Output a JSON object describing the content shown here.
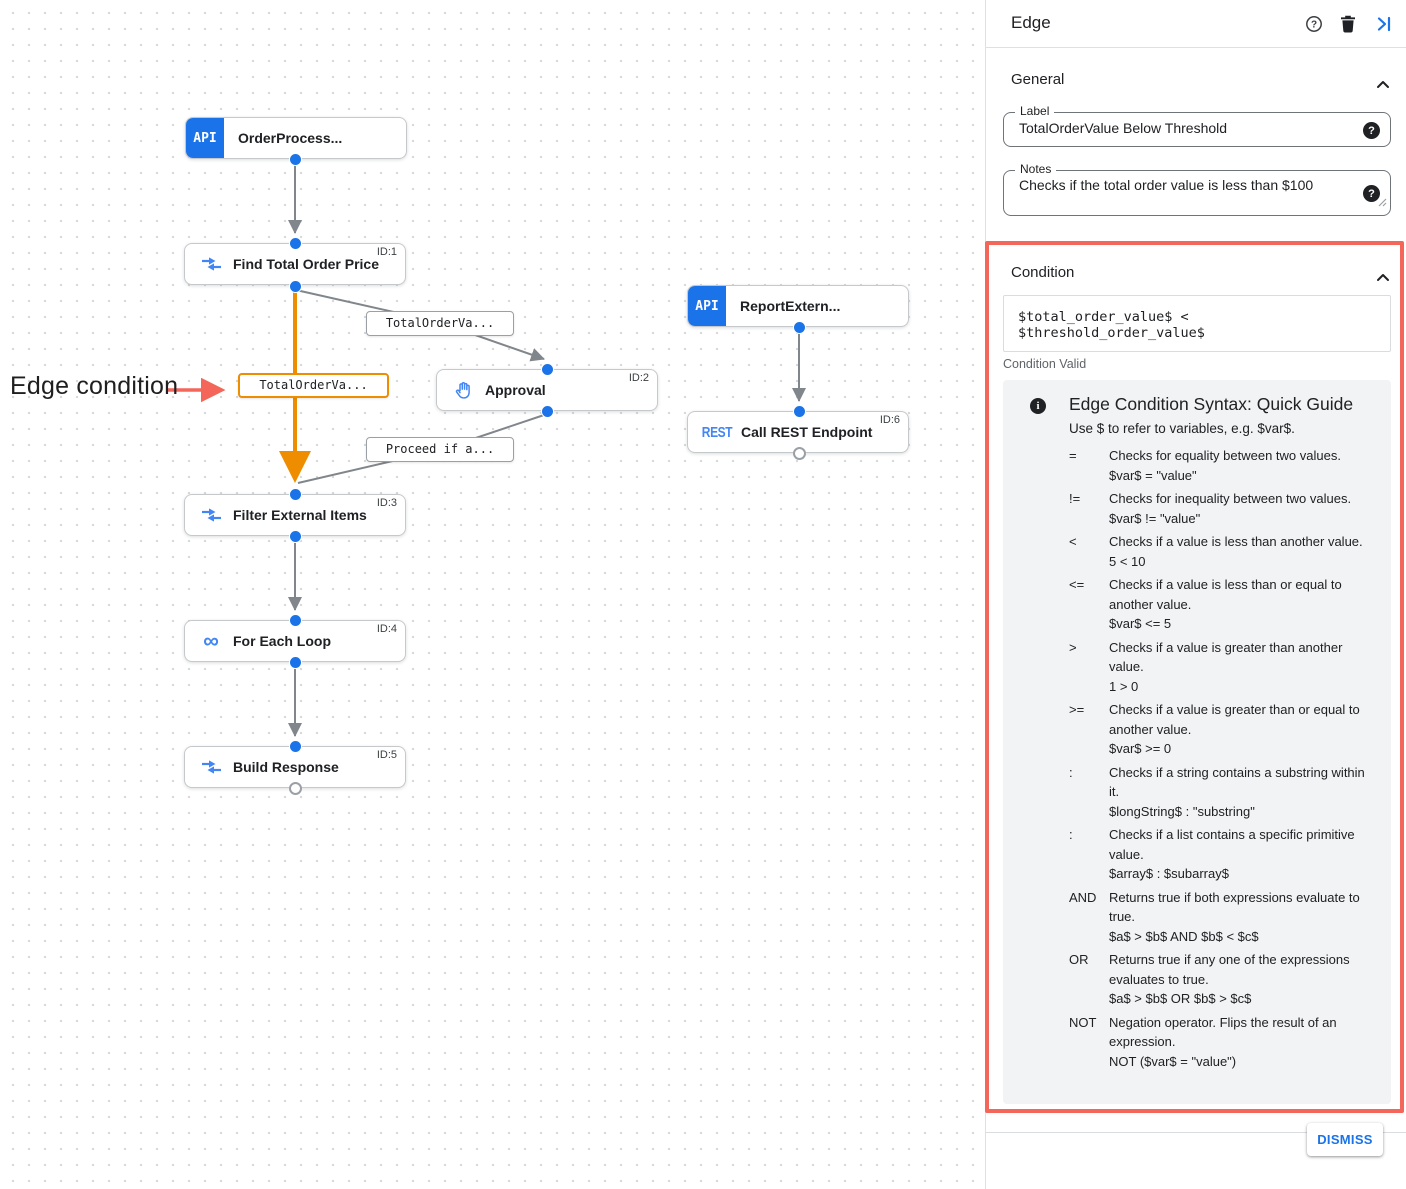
{
  "canvas": {
    "annotation_label": "Edge condition",
    "nodes": {
      "order_process": {
        "label": "OrderProcess...",
        "badge": "API"
      },
      "find_total": {
        "label": "Find Total Order Price",
        "id": "ID:1"
      },
      "report_external": {
        "label": "ReportExtern...",
        "badge": "API"
      },
      "approval": {
        "label": "Approval",
        "id": "ID:2"
      },
      "call_rest": {
        "label": "Call REST Endpoint",
        "id": "ID:6",
        "badge": "REST"
      },
      "filter_items": {
        "label": "Filter External Items",
        "id": "ID:3"
      },
      "for_each": {
        "label": "For Each Loop",
        "id": "ID:4",
        "loop_glyph": "∞"
      },
      "build_response": {
        "label": "Build Response",
        "id": "ID:5"
      }
    },
    "edge_labels": {
      "to_approval": "TotalOrderVa...",
      "condition": "TotalOrderVa...",
      "from_approval": "Proceed if a..."
    }
  },
  "panel": {
    "title": "Edge",
    "general": {
      "heading": "General",
      "label_field": {
        "label": "Label",
        "value": "TotalOrderValue Below Threshold"
      },
      "notes_field": {
        "label": "Notes",
        "value": "Checks if the total order value is less than $100"
      }
    },
    "condition": {
      "heading": "Condition",
      "expression": "$total_order_value$ < $threshold_order_value$",
      "status": "Condition Valid",
      "guide": {
        "title": "Edge Condition Syntax: Quick Guide",
        "intro": "Use $ to refer to variables, e.g. $var$.",
        "info_glyph": "i",
        "entries": [
          {
            "op": "=",
            "desc": "Checks for equality between two values.",
            "example": "$var$ = \"value\""
          },
          {
            "op": "!=",
            "desc": "Checks for inequality between two values.",
            "example": "$var$ != \"value\""
          },
          {
            "op": "<",
            "desc": "Checks if a value is less than another value.",
            "example": "5 < 10"
          },
          {
            "op": "<=",
            "desc": "Checks if a value is less than or equal to another value.",
            "example": "$var$ <= 5"
          },
          {
            "op": ">",
            "desc": "Checks if a value is greater than another value.",
            "example": "1 > 0"
          },
          {
            "op": ">=",
            "desc": "Checks if a value is greater than or equal to another value.",
            "example": "$var$ >= 0"
          },
          {
            "op": ":",
            "desc": "Checks if a string contains a substring within it.",
            "example": "$longString$ : \"substring\""
          },
          {
            "op": ":",
            "desc": "Checks if a list contains a specific primitive value.",
            "example": "$array$ : $subarray$"
          },
          {
            "op": "AND",
            "desc": "Returns true if both expressions evaluate to true.",
            "example": "$a$ > $b$ AND $b$ < $c$"
          },
          {
            "op": "OR",
            "desc": "Returns true if any one of the expressions evaluates to true.",
            "example": "$a$ > $b$ OR $b$ > $c$"
          },
          {
            "op": "NOT",
            "desc": "Negation operator. Flips the result of an expression.",
            "example": "NOT ($var$ = \"value\")"
          }
        ]
      }
    },
    "dismiss_label": "DISMISS"
  },
  "colors": {
    "accent_blue": "#1a73e8",
    "icon_blue": "#4285f4",
    "edge_gray": "#80868b",
    "highlight_orange": "#EE8D00",
    "annotation_red": "#F4665A"
  }
}
